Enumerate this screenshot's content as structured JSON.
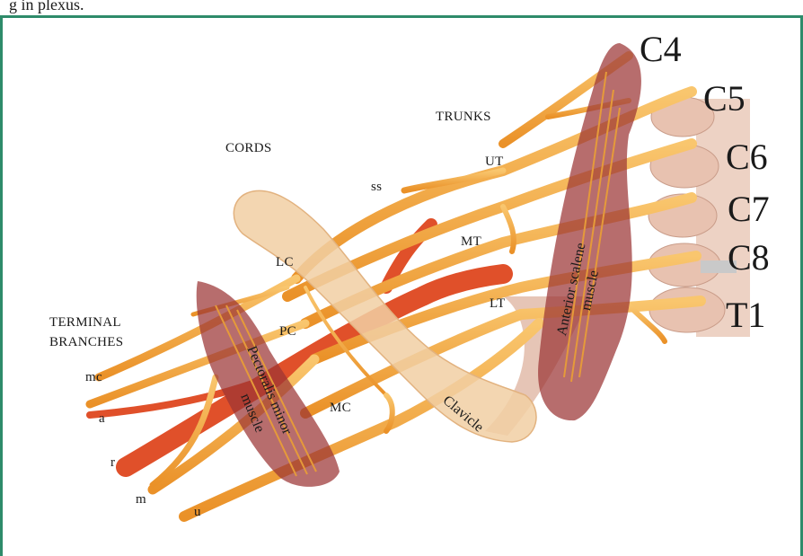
{
  "header_fragment": "g in   plexus.",
  "section_labels": {
    "cords": "CORDS",
    "trunks": "TRUNKS",
    "terminal_line1": "TERMINAL",
    "terminal_line2": "BRANCHES"
  },
  "roots": [
    "C4",
    "C5",
    "C6",
    "C7",
    "C8",
    "T1"
  ],
  "trunks": {
    "ut": "UT",
    "mt": "MT",
    "lt": "LT",
    "ss": "ss"
  },
  "cords": {
    "lc": "LC",
    "pc": "PC",
    "mc": "MC"
  },
  "branches": [
    "mc",
    "a",
    "r",
    "m",
    "u"
  ],
  "structures": {
    "clavicle": "Clavicle",
    "anterior_scalene_line1": "Anterior scalene",
    "anterior_scalene_line2": "muscle",
    "pectoralis_line1": "Pectoralis minor",
    "pectoralis_line2": "muscle"
  },
  "colors": {
    "frame": "#2e8b6a",
    "nerve": "#f2a33a",
    "nerve_light": "#f8c770",
    "artery": "#e0502a",
    "muscle": "#9b3535",
    "clavicle": "#f1cfa3",
    "vertebra": "#e8c2b0"
  }
}
